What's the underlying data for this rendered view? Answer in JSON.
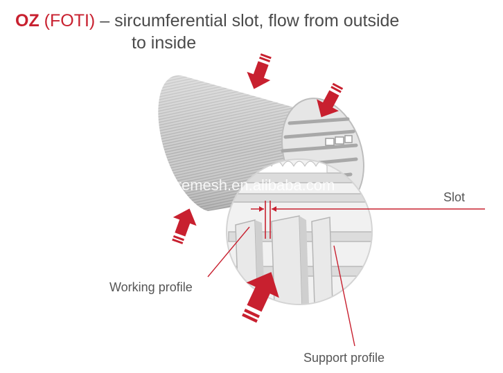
{
  "title": {
    "code": "OZ",
    "name": "(FOTI)",
    "dash": "–",
    "line1": "sircumferential slot, flow from outside",
    "line2": "to inside"
  },
  "labels": {
    "slot": "Slot",
    "working_profile": "Working profile",
    "support_profile": "Support profile"
  },
  "watermark": "lywiremesh.en.alibaba.com",
  "colors": {
    "accent": "#c8202f",
    "text": "#4a4a4a",
    "cylinder": "#c9c9c9",
    "leader": "#c8202f"
  },
  "icons": {
    "arrow": "flow-arrow-icon"
  }
}
